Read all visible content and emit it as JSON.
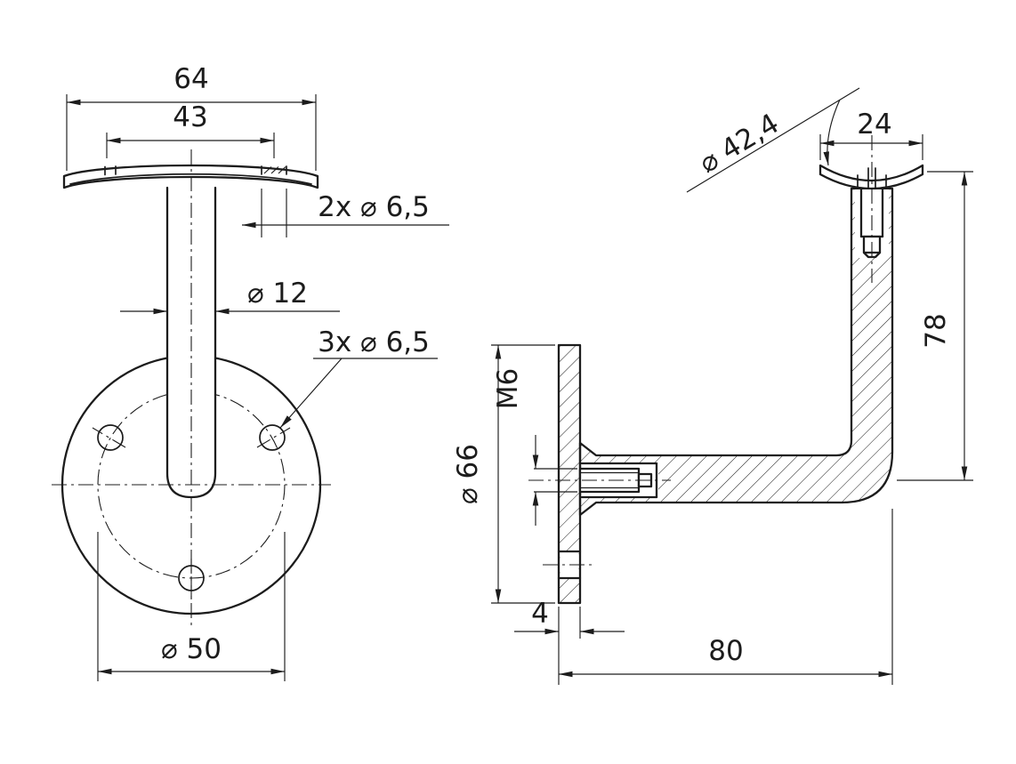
{
  "drawing": {
    "background": "#ffffff",
    "line_color": "#1c1c1c",
    "description": "two-view technical drawing of a handrail wall bracket",
    "front_view": {
      "width_overall": "64",
      "width_inner": "43",
      "top_holes": "2x ⌀ 6,5",
      "stem_diameter": "⌀ 12",
      "plate_holes": "3x ⌀ 6,5",
      "bolt_circle": "⌀ 50"
    },
    "side_view": {
      "tube_diameter": "⌀ 42,4",
      "saddle_width": "24",
      "height": "78",
      "plate_diameter": "⌀ 66",
      "thread": "M6",
      "plate_thickness": "4",
      "depth": "80"
    }
  }
}
